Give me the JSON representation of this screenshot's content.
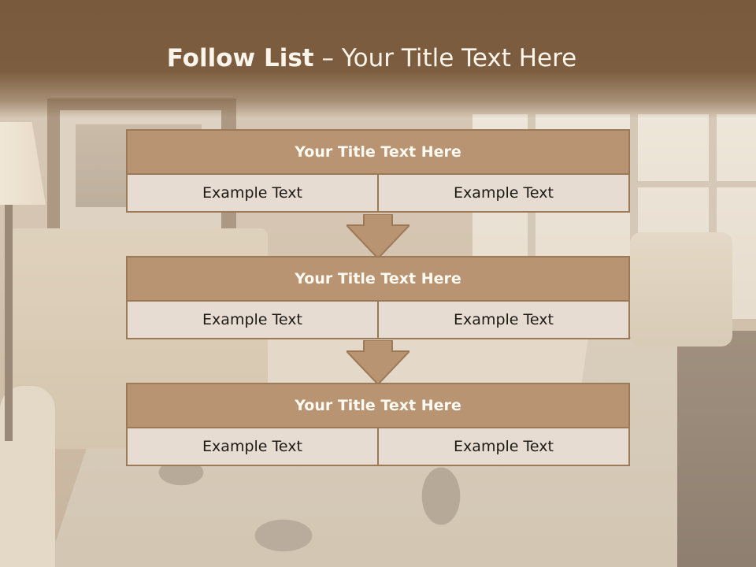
{
  "header": {
    "title_bold": "Follow List",
    "title_rest": " – Your Title Text Here"
  },
  "flow": {
    "items": [
      {
        "title": "Your Title Text Here",
        "left": "Example Text",
        "right": "Example Text"
      },
      {
        "title": "Your Title Text Here",
        "left": "Example Text",
        "right": "Example Text"
      },
      {
        "title": "Your Title Text Here",
        "left": "Example Text",
        "right": "Example Text"
      }
    ],
    "connector_icon": "down-arrow-icon"
  },
  "colors": {
    "header_band": "#7d5d3f",
    "box_title_fill": "#b89472",
    "box_border": "#9c7a58",
    "cell_fill": "#e6dcd2",
    "arrow_fill": "#b89472"
  }
}
